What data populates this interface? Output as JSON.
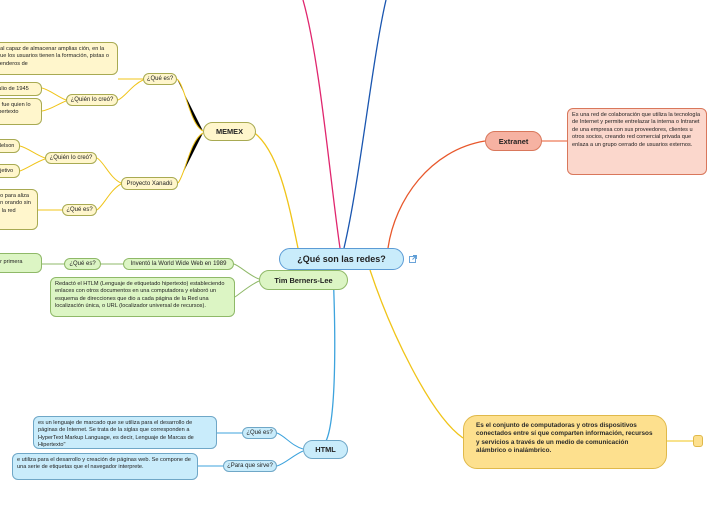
{
  "root": {
    "label": "¿Qué son las redes?"
  },
  "branches": {
    "memex": "MEMEX",
    "tim": "Tim Berners-Lee",
    "extranet": "Extranet",
    "html": "HTML"
  },
  "memex": {
    "que_es_label": "¿Qué es?",
    "que_es_text": "ual capaz de almacenar amplias ción, en la que los usuarios tienen la formación, pistas o senderos de",
    "quien_lo_creo_label": "¿Quién lo creó?",
    "quien_items": [
      "julio de 1945",
      "e fue quien lo ipertexto"
    ],
    "proyecto": "Proyecto Xanadú",
    "proyecto_quien_label": "¿Quién lo creó?",
    "proyecto_quien_items": [
      "Nelson",
      "ojetivo"
    ],
    "proyecto_que_es_label": "¿Qué es?",
    "proyecto_que_es_text": "do para aliza un orando sin e la red"
  },
  "tim": {
    "left_text": "or primera",
    "que_es_label": "¿Qué es?",
    "invento": "Inventó la World Wide Web en 1989",
    "html_text": "Redactó el HTLM (Lenguaje de etiquetado hipertexto) estableciendo enlaces con otros documentos en una computadora y elaboró un esquema de direcciones que dio a cada página de la Red una localización única, o URL (localizador universal de recursos)."
  },
  "extranet": {
    "text": "Es una red de colaboración que utiliza la tecnología de Internet y permite entrelazar la interna o Intranet de una empresa con sus proveedores, clientes u otros socios, creando red comercial privada que enlaza a un grupo cerrado de usuarios externos."
  },
  "html": {
    "que_es_label": "¿Qué es?",
    "que_es_text": "es un lenguaje de marcado que se utiliza para el desarrollo de páginas de Internet. Se trata de la siglas que corresponden a HyperText Markup Language, es decir, Lenguaje de Marcas de Hipertexto\"",
    "para_que_label": "¿Para que sirve?",
    "para_que_text": "e utiliza para el desarrollo y creación de páginas web. Se compone de una serie de etiquetas que el navegador interprete."
  },
  "definition": {
    "text": "Es el conjunto de computadoras y otros dispositivos conectados entre sí que comparten información, recursos y servicios a través de un medio de comunicación alámbrico o inalámbrico."
  },
  "colors": {
    "yellow_line": "#f0c419",
    "pink_line": "#e0266e",
    "navy_line": "#1a56b0",
    "orange_line": "#e8582c",
    "blue_line": "#3da3dd",
    "extranet_fill": "#f6b2a2"
  }
}
